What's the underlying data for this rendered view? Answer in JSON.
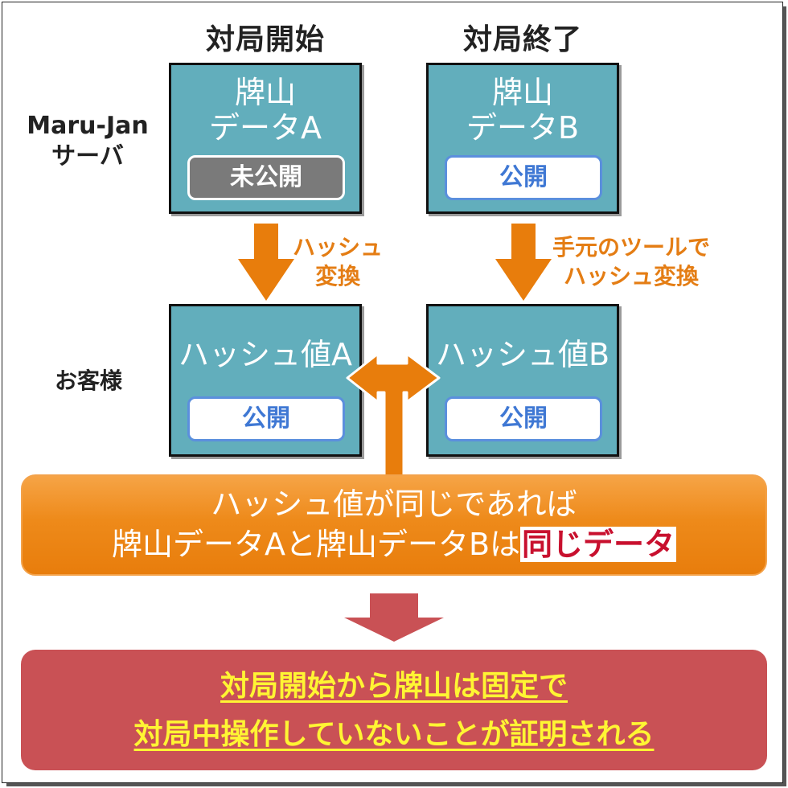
{
  "headers": {
    "start": "対局開始",
    "end": "対局終了"
  },
  "labels": {
    "server_line1": "Maru-Jan",
    "server_line2": "サーバ",
    "customer": "お客様"
  },
  "box_a": {
    "title_line1": "牌山",
    "title_line2": "データA",
    "tag": "未公開"
  },
  "box_b": {
    "title_line1": "牌山",
    "title_line2": "データB",
    "tag": "公開"
  },
  "hash_a": {
    "title": "ハッシュ値A",
    "tag": "公開"
  },
  "hash_b": {
    "title": "ハッシュ値B",
    "tag": "公開"
  },
  "arrow_a_label": {
    "line1": "ハッシュ",
    "line2": "変換"
  },
  "arrow_b_label": {
    "line1": "手元のツールで",
    "line2": "ハッシュ変換"
  },
  "conclusion": {
    "line1": "ハッシュ値が同じであれば",
    "line2_prefix": "牌山データAと牌山データBは",
    "line2_emphasis": "同じデータ"
  },
  "result": {
    "line1": "対局開始から牌山は固定で",
    "line2": "対局中操作していないことが証明される"
  },
  "colors": {
    "teal": "#62aebc",
    "orange": "#e87d0c",
    "red": "#c95155",
    "yellow": "#fff533",
    "blue": "#3f78d4",
    "grey": "#7a7a7a"
  }
}
